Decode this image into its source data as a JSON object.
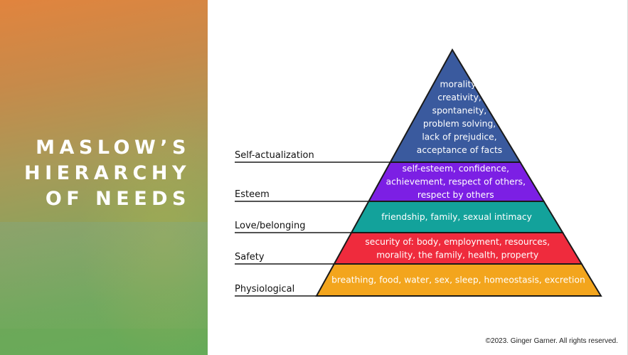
{
  "title": {
    "line1": "MASLOW’S",
    "line2": "HIERARCHY",
    "line3": "OF NEEDS"
  },
  "levels": [
    {
      "id": "self-actualization",
      "label": "Self-actualization",
      "color": "#3a5a9e",
      "lines": [
        "morality,",
        "creativity,",
        "spontaneity,",
        "problem solving,",
        "lack of prejudice,",
        "acceptance of facts"
      ]
    },
    {
      "id": "esteem",
      "label": "Esteem",
      "color": "#7c1fe4",
      "lines": [
        "self-esteem, confidence,",
        "achievement, respect of others,",
        "respect by others"
      ]
    },
    {
      "id": "love-belonging",
      "label": "Love/belonging",
      "color": "#13a29b",
      "lines": [
        "friendship, family, sexual intimacy"
      ]
    },
    {
      "id": "safety",
      "label": "Safety",
      "color": "#ef2b3d",
      "lines": [
        "security of: body, employment, resources,",
        "morality, the family, health, property"
      ]
    },
    {
      "id": "physiological",
      "label": "Physiological",
      "color": "#f3a51d",
      "lines": [
        "breathing, food, water, sex, sleep, homeostasis, excretion"
      ]
    }
  ],
  "copyright": "©2023. Ginger Garner. All rights reserved."
}
